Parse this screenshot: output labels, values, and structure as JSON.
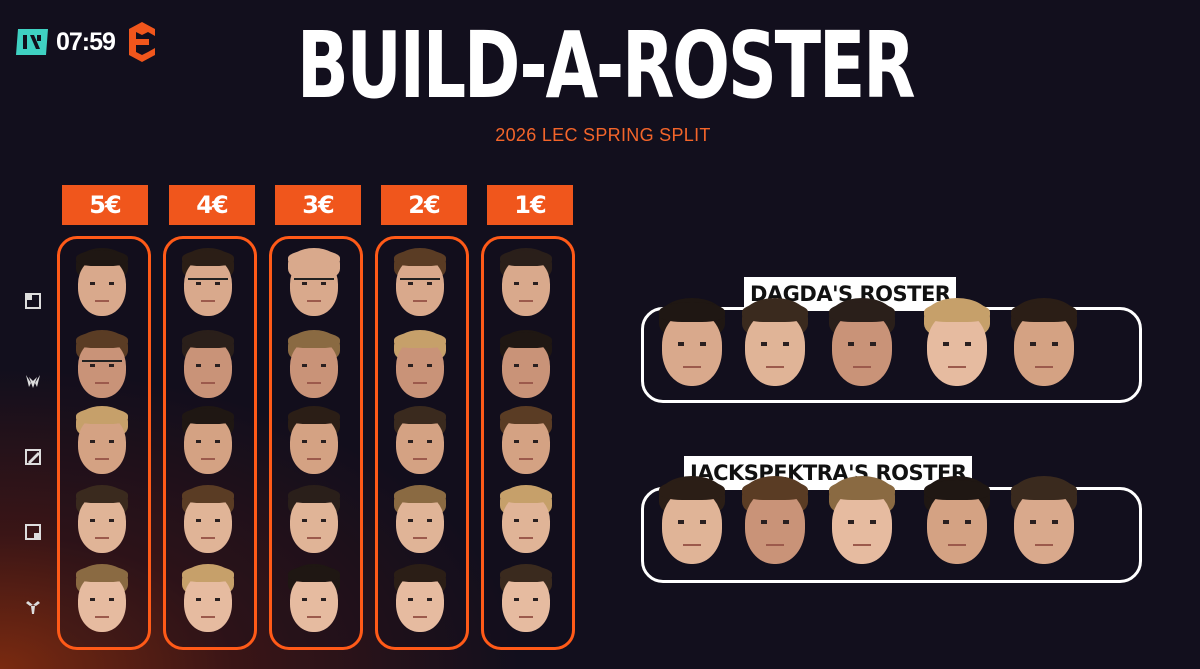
{
  "hud": {
    "clock": "07:59",
    "team_logo_color": "#3fd1c2",
    "brand_logo_color": "#f0561c"
  },
  "header": {
    "title": "BUILD-A-ROSTER",
    "subtitle": "2026 LEC SPRING SPLIT"
  },
  "prices": [
    "5€",
    "4€",
    "3€",
    "2€",
    "1€"
  ],
  "roles": [
    "top-icon",
    "jungle-icon",
    "mid-icon",
    "bot-icon",
    "support-icon"
  ],
  "rosters": [
    {
      "label": "DAGDA'S ROSTER"
    },
    {
      "label": "JACKSPEKTRA'S ROSTER"
    }
  ],
  "colors": {
    "accent": "#f0561c",
    "background": "#120f1d",
    "subtitle": "#f4652a"
  }
}
